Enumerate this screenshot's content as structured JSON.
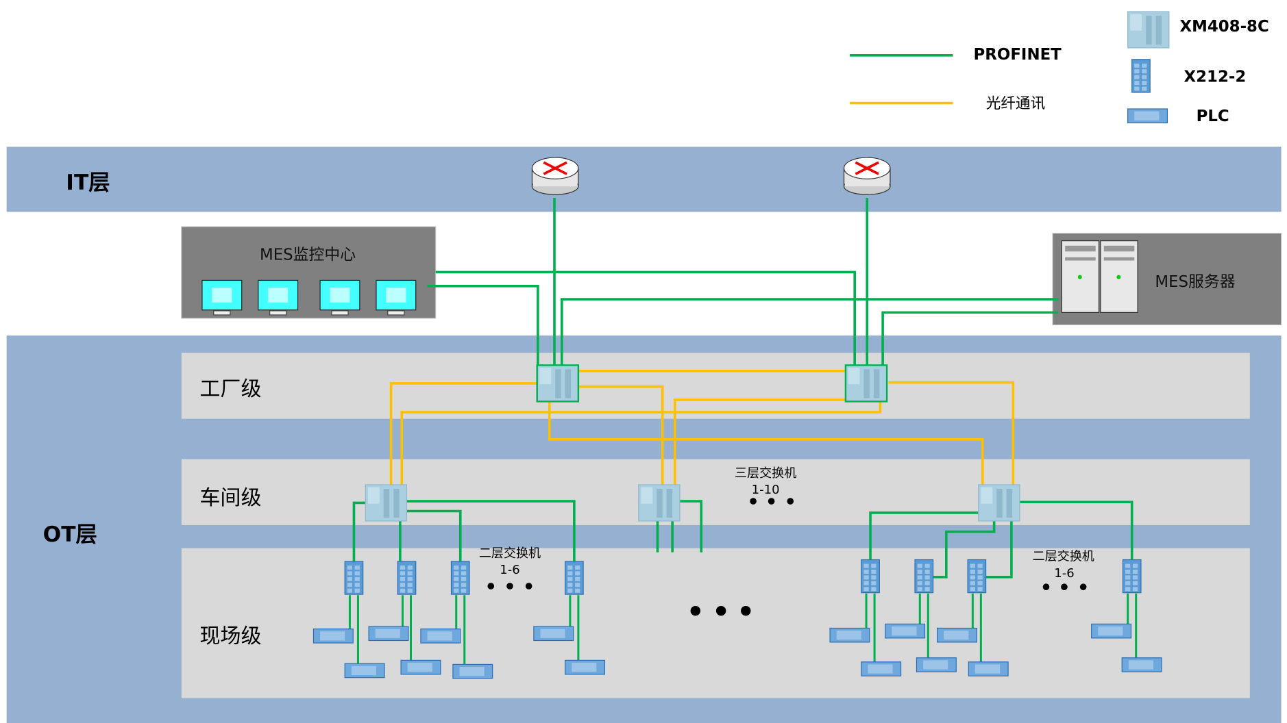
{
  "legend": {
    "profinet": "PROFINET",
    "fiber": "光纤通讯",
    "xm408": "XM408-8C",
    "x212": "X212-2",
    "plc": "PLC"
  },
  "layers": {
    "it": "IT层",
    "ot": "OT层",
    "factory": "工厂级",
    "workshop": "车间级",
    "field": "现场级"
  },
  "mes_center": "MES监控中心",
  "mes_server": "MES服务器",
  "labels": {
    "l2_left": "二层交换机",
    "l2_left_range": "1-6",
    "l3": "三层交换机",
    "l3_range": "1-10",
    "l2_right": "二层交换机",
    "l2_right_range": "1-6"
  },
  "colors": {
    "profinet": "#00b050",
    "fiber": "#ffc000",
    "band": "#95b0d0",
    "level": "#d9d9d9",
    "mes_box": "#808080"
  }
}
